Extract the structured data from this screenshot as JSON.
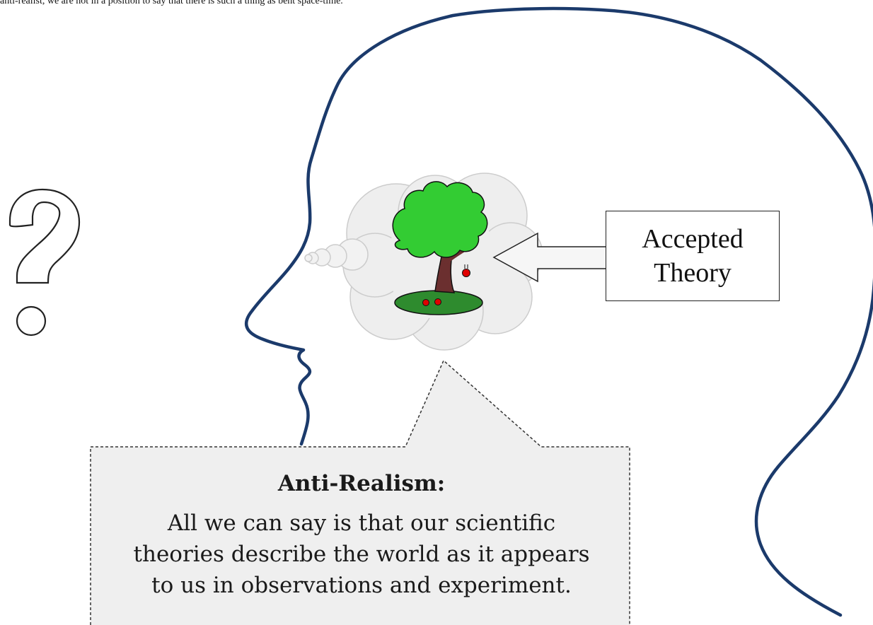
{
  "top_caption": "anti-realist, we are not in a position to say that there is such a thing as bent space-time.",
  "theory_box": {
    "label": "Accepted Theory"
  },
  "callout": {
    "title": "Anti-Realism:",
    "body": "All we can say is that our scientific theories describe the world as it appears to us in observations and experiment."
  },
  "colors": {
    "head_outline": "#1b3a6b",
    "callout_fill": "#efefef",
    "cloud_fill": "#eeeeee",
    "foliage": "#33cc33",
    "trunk": "#6b2f2f",
    "ground": "#2e8b2e",
    "apple": "#e00000"
  }
}
